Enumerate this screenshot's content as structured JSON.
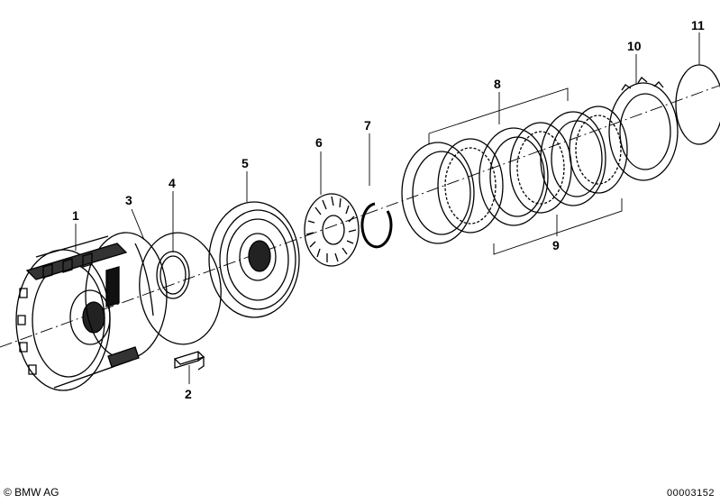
{
  "callouts": {
    "c1": "1",
    "c2": "2",
    "c3": "3",
    "c4": "4",
    "c5": "5",
    "c6": "6",
    "c7": "7",
    "c8": "8",
    "c9": "9",
    "c10": "10",
    "c11": "11"
  },
  "footer": {
    "copyright": "© BMW AG",
    "doc_number": "00003152"
  },
  "colors": {
    "line": "#000000",
    "background": "#ffffff"
  }
}
